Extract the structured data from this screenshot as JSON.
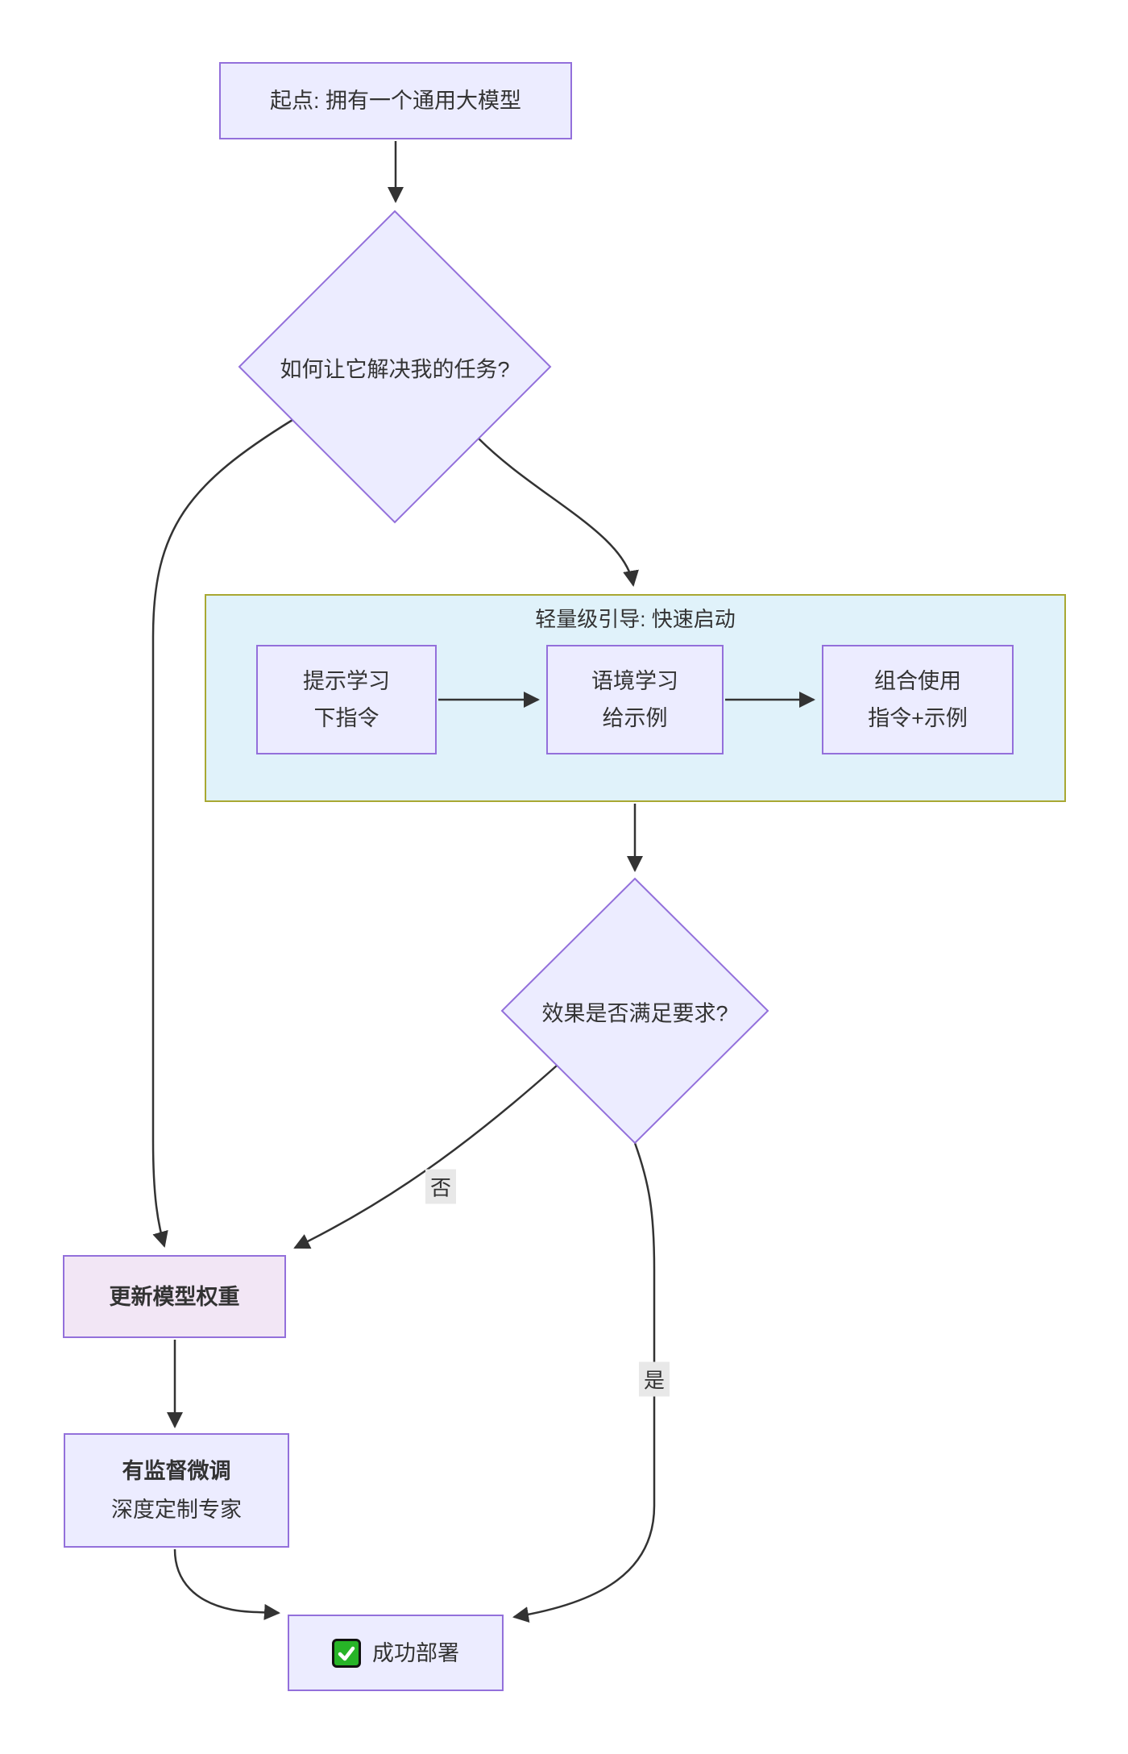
{
  "diagram": {
    "nodes": {
      "start": {
        "label": "起点: 拥有一个通用大模型"
      },
      "decision_task": {
        "label": "如何让它解决我的任务?"
      },
      "lightweight_group": {
        "title": "轻量级引导: 快速启动"
      },
      "prompt_learning": {
        "line1": "提示学习",
        "line2": "下指令"
      },
      "in_context_learning": {
        "line1": "语境学习",
        "line2": "给示例"
      },
      "combined_use": {
        "line1": "组合使用",
        "line2": "指令+示例"
      },
      "decision_satisfy": {
        "label": "效果是否满足要求?"
      },
      "update_weights": {
        "label": "更新模型权重"
      },
      "sft": {
        "line1": "有监督微调",
        "line2": "深度定制专家"
      },
      "deploy": {
        "label": "成功部署",
        "icon": "white-check-on-green-square"
      }
    },
    "edge_labels": {
      "no": "否",
      "yes": "是"
    },
    "colors": {
      "node_fill": "#ECECFF",
      "node_border": "#9370DB",
      "group_fill": "#E0F2FA",
      "group_border": "#A8A832",
      "update_fill": "#F2E6F5",
      "edge": "#333333",
      "edge_label_bg": "#E8E8E8",
      "text": "#333333",
      "check_green": "#27B427",
      "background": "#FFFFFF"
    }
  }
}
